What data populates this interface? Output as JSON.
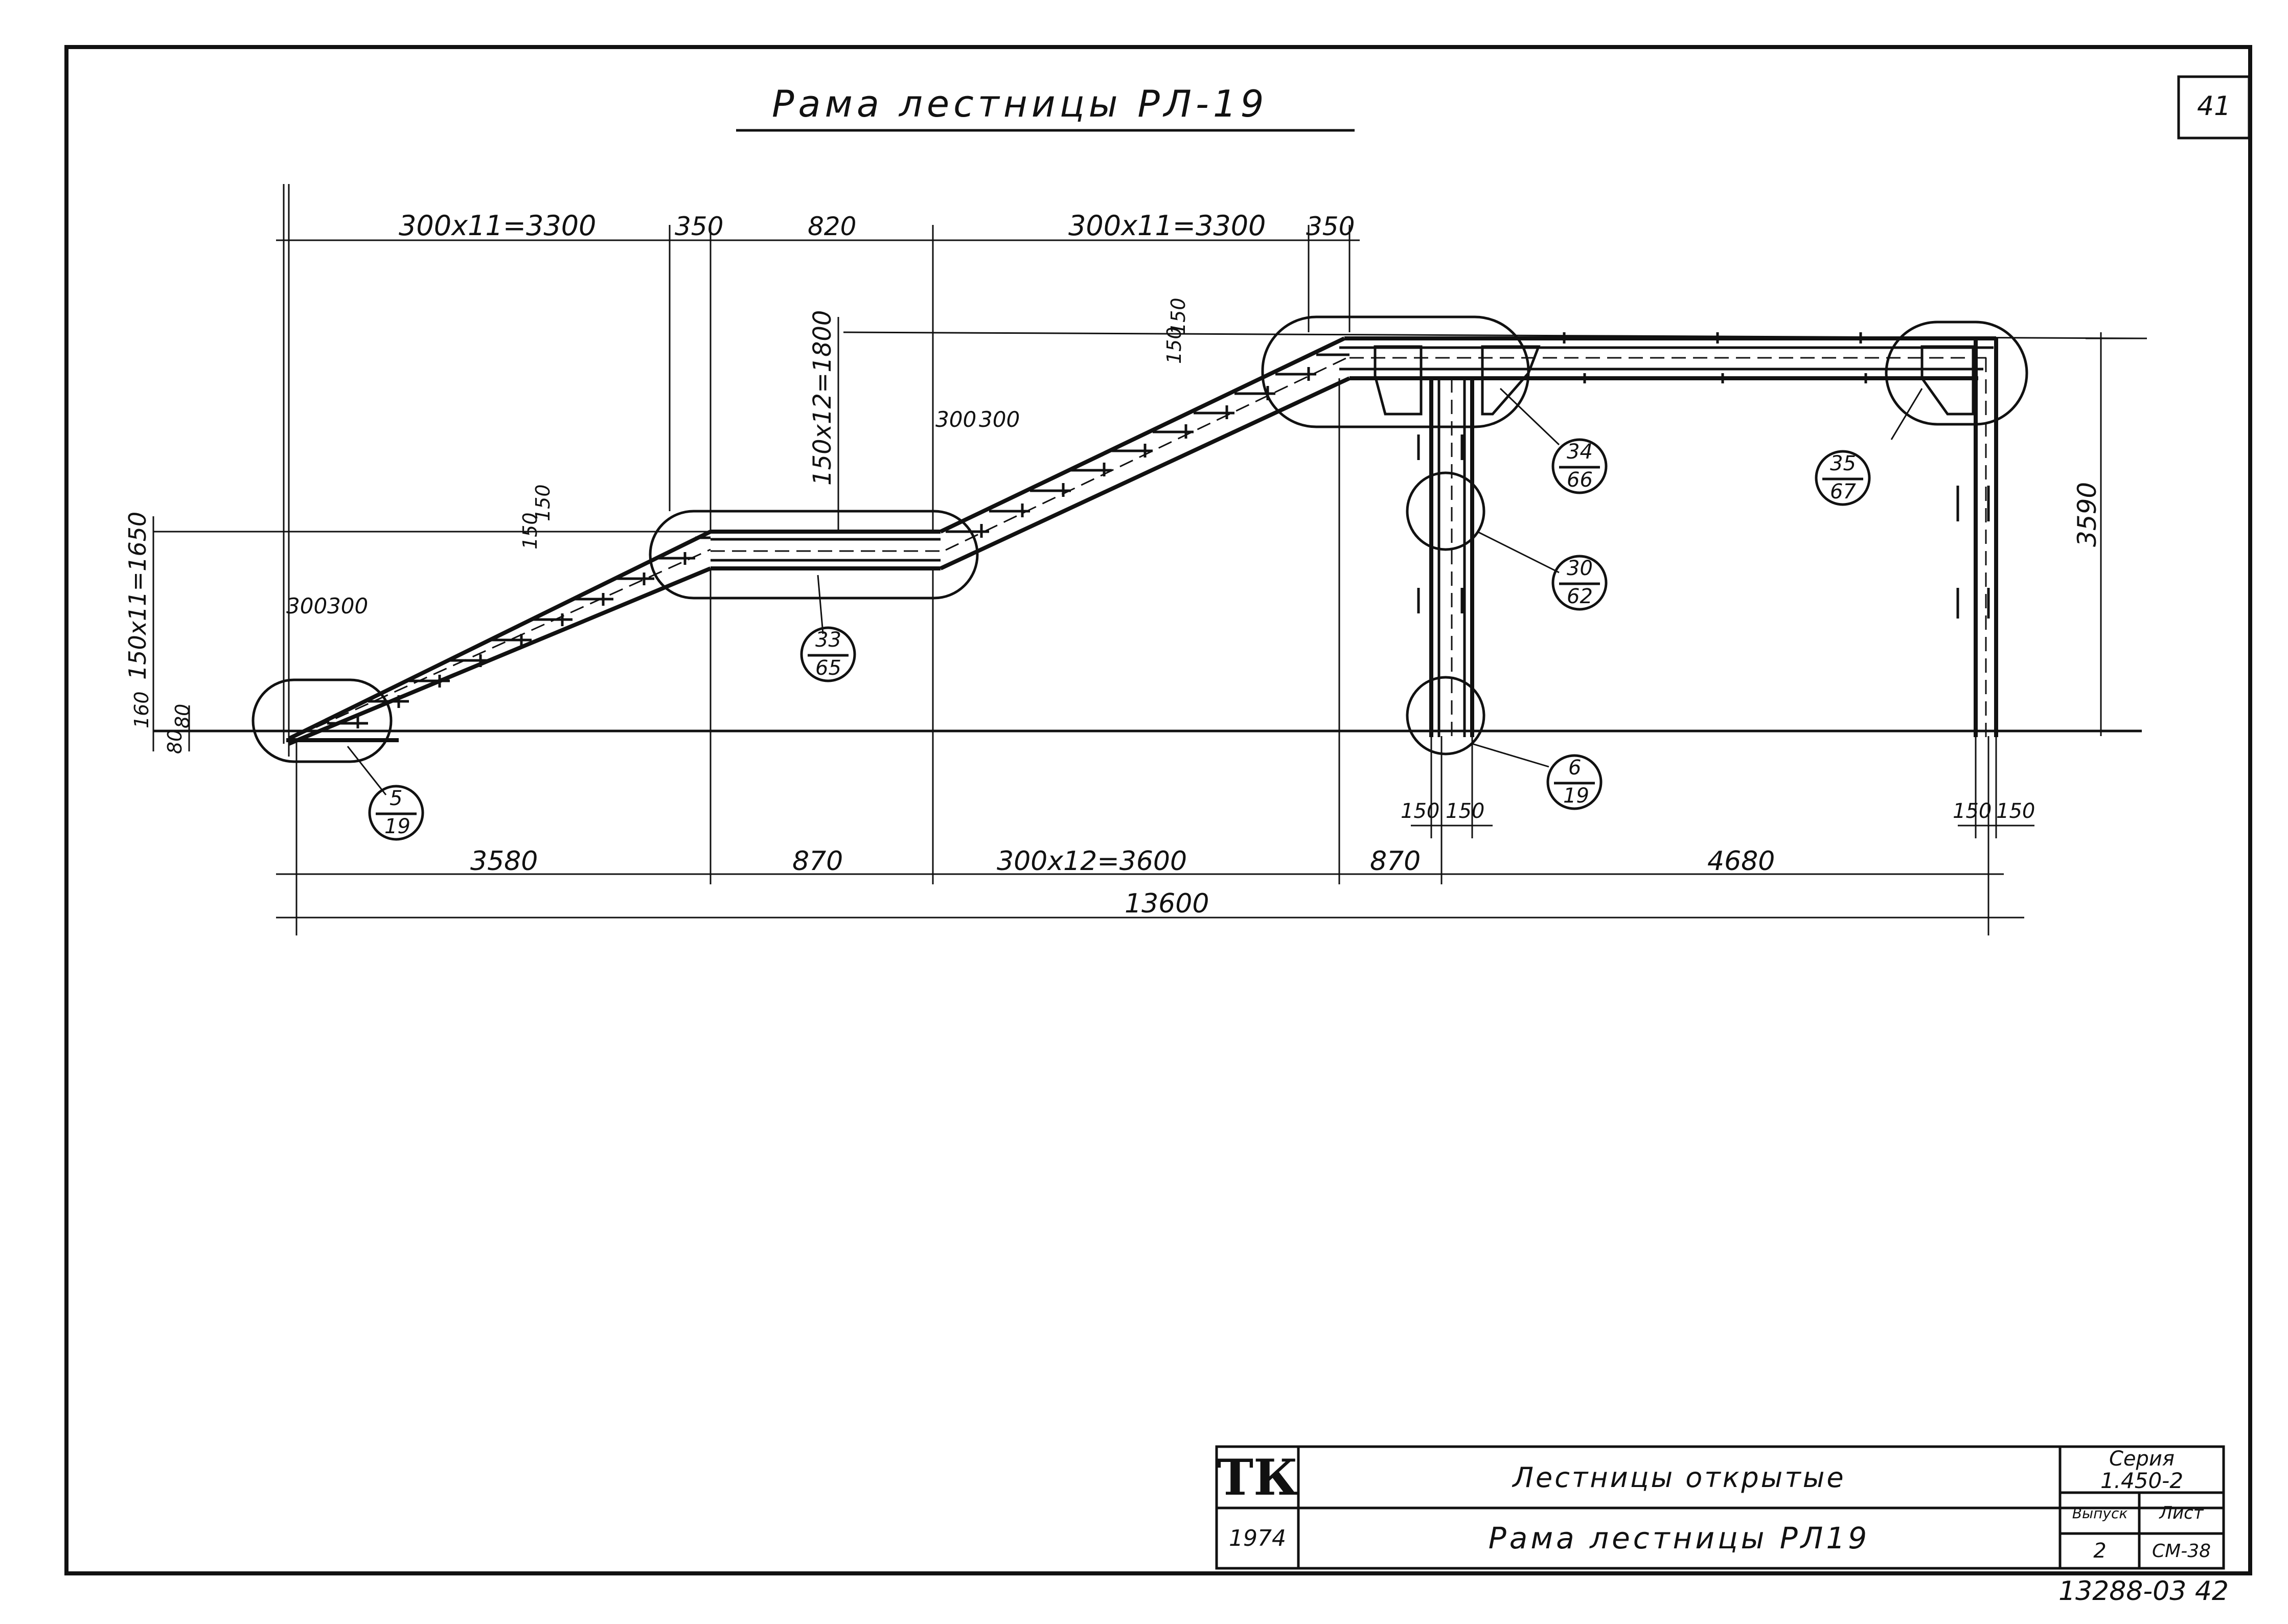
{
  "sheet_number": "41",
  "title": "Рама лестницы РЛ-19",
  "dimensions": {
    "top": [
      "300x11=3300",
      "350",
      "820",
      "300x11=3300",
      "350"
    ],
    "bottom": [
      "3580",
      "870",
      "300x12=3600",
      "870",
      "4680"
    ],
    "total": "13600",
    "rise_upper": "150x12=1800",
    "rise_lower": "150x11=1650",
    "height_right": "3590",
    "step_lower": "300",
    "step_lower2": "300",
    "step_mid": "300",
    "step_mid2": "300",
    "riser_lower": "150",
    "riser_lower2": "150",
    "riser_upper": "150",
    "riser_upper2": "150",
    "left_small_1": "160",
    "left_small_2": "80",
    "left_small_3": "80",
    "col1_a": "150",
    "col1_b": "150",
    "col2_a": "150",
    "col2_b": "150"
  },
  "callouts": [
    {
      "top": "5",
      "bottom": "19"
    },
    {
      "top": "33",
      "bottom": "65"
    },
    {
      "top": "34",
      "bottom": "66"
    },
    {
      "top": "30",
      "bottom": "62"
    },
    {
      "top": "6",
      "bottom": "19"
    },
    {
      "top": "35",
      "bottom": "67"
    }
  ],
  "title_block": {
    "logo": "ТК",
    "year": "1974",
    "name1": "Лестницы открытые",
    "name2": "Рама лестницы РЛ19",
    "series_label": "Серия",
    "series_value": "1.450-2",
    "issue_label": "Выпуск",
    "issue_value": "2",
    "sheet_label": "Лист",
    "sheet_value": "СМ-38"
  },
  "archive_number": "13288-03 42"
}
